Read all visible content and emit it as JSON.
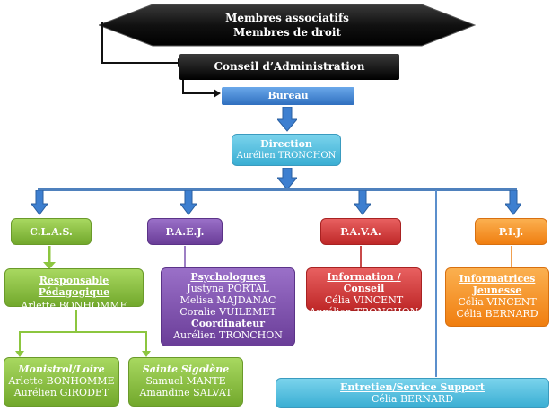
{
  "top": {
    "line1": "Membres associatifs",
    "line2": "Membres de droit"
  },
  "conseil": "Conseil d’Administration",
  "bureau": "Bureau",
  "direction": {
    "title": "Direction",
    "name": "Aurélien TRONCHON"
  },
  "services": {
    "clas": "C.L.A.S.",
    "paej": "P.A.E.J.",
    "pava": "P.A.V.A.",
    "pij": "P.I.J."
  },
  "clas_resp": {
    "title": "Responsable Pédagogique",
    "name": "Arlette BONHOMME"
  },
  "monistrol": {
    "title": "Monistrol/Loire",
    "names": [
      "Arlette BONHOMME",
      "Aurélien GIRODET"
    ]
  },
  "sainte": {
    "title": "Sainte Sigolène",
    "names": [
      "Samuel MANTE",
      "Amandine SALVAT"
    ]
  },
  "paej_box": {
    "psy_title": "Psychologues",
    "psy_names": [
      "Justyna PORTAL",
      "Melisa MAJDANAC",
      "Coralie VUILEMET"
    ],
    "coord_title": "Coordinateur",
    "coord_name": "Aurélien TRONCHON"
  },
  "pava_box": {
    "title": "Information / Conseil",
    "names": [
      "Célia VINCENT",
      "Aurélien TRONCHON"
    ]
  },
  "pij_box": {
    "title1": "Informatrices",
    "title2": "Jeunesse",
    "names": [
      "Célia VINCENT",
      "Célia BERNARD"
    ]
  },
  "entretien": {
    "title": "Entretien/Service Support",
    "name": "Célia BERNARD"
  },
  "colors": {
    "green": "#8cc63f",
    "purple": "#7a4ba8",
    "red": "#d23a3a",
    "orange": "#f7931e",
    "blue": "#4a90d9",
    "cyan": "#56c0dc",
    "black": "#111111"
  }
}
